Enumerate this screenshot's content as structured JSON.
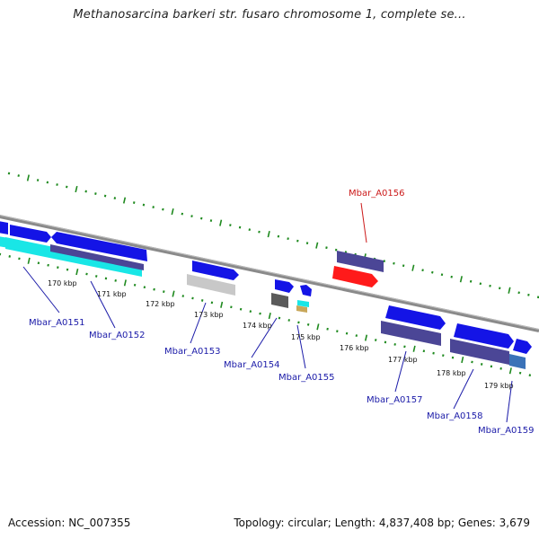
{
  "title": "Methanosarcina barkeri str. fusaro chromosome 1, complete se...",
  "footer": {
    "accession": "Accession: NC_007355",
    "topology": "Topology: circular; Length: 4,837,408 bp; Genes: 3,679"
  },
  "colors": {
    "backbone": "#8a8a8a",
    "tick_marks": "#1f8a1f",
    "gene_label": "#1a1aa8",
    "highlight_label": "#cc1a1a",
    "cds_forward": "#1414e6",
    "gene_dark": "#4b4696",
    "cyan": "#19e6e6",
    "gray": "#c8c8c8",
    "red": "#ff1a1a"
  },
  "scale_ticks": [
    "170 kbp",
    "171 kbp",
    "172 kbp",
    "173 kbp",
    "174 kbp",
    "175 kbp",
    "176 kbp",
    "177 kbp",
    "178 kbp",
    "179 kbp"
  ],
  "genes": [
    {
      "label": "Mbar_A0151",
      "highlight": false
    },
    {
      "label": "Mbar_A0152",
      "highlight": false
    },
    {
      "label": "Mbar_A0153",
      "highlight": false
    },
    {
      "label": "Mbar_A0154",
      "highlight": false
    },
    {
      "label": "Mbar_A0155",
      "highlight": false
    },
    {
      "label": "Mbar_A0156",
      "highlight": true
    },
    {
      "label": "Mbar_A0157",
      "highlight": false
    },
    {
      "label": "Mbar_A0158",
      "highlight": false
    },
    {
      "label": "Mbar_A0159",
      "highlight": false
    }
  ]
}
